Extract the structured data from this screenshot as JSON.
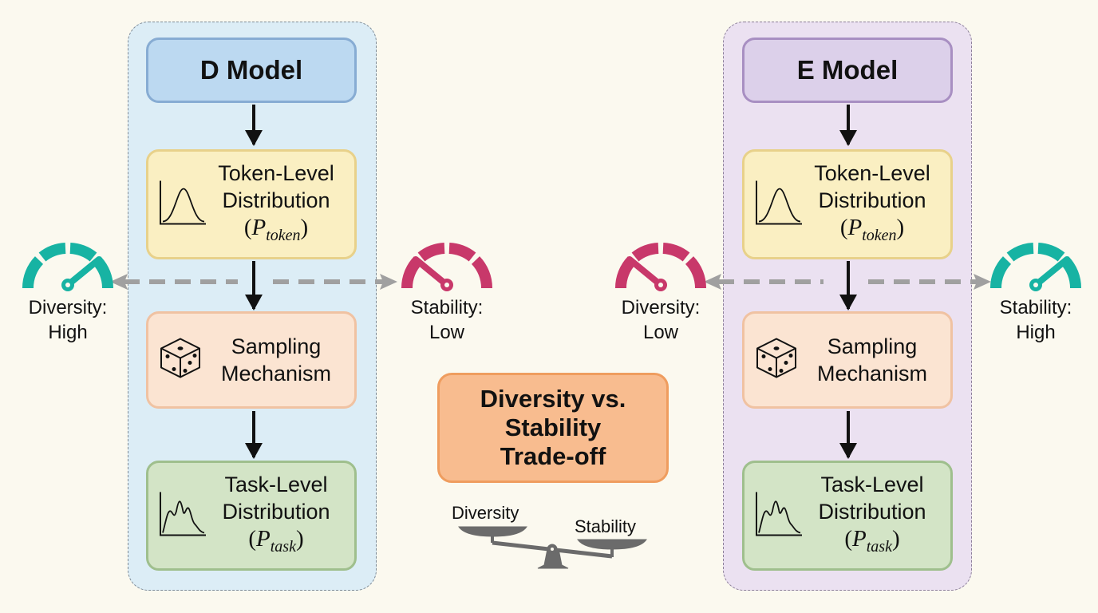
{
  "colors": {
    "background": "#fbf9ef",
    "high_gauge": "#17b3a3",
    "low_gauge": "#c8386a",
    "dashed_arrow": "#a0a0a0",
    "scale": "#6b6b6b"
  },
  "left_model": {
    "title": "D Model",
    "token": {
      "line1": "Token-Level",
      "line2": "Distribution",
      "math_base": "P",
      "math_sub": "token",
      "icon": "bell-curve-icon"
    },
    "sampling": {
      "line1": "Sampling",
      "line2": "Mechanism",
      "icon": "dice-icon"
    },
    "task": {
      "line1": "Task-Level",
      "line2": "Distribution",
      "math_base": "P",
      "math_sub": "task",
      "icon": "multimodal-curve-icon"
    },
    "left_gauge": {
      "metric": "Diversity:",
      "level": "High",
      "gauge_level": "high"
    },
    "right_gauge": {
      "metric": "Stability:",
      "level": "Low",
      "gauge_level": "low"
    }
  },
  "right_model": {
    "title": "E Model",
    "token": {
      "line1": "Token-Level",
      "line2": "Distribution",
      "math_base": "P",
      "math_sub": "token",
      "icon": "bell-curve-icon"
    },
    "sampling": {
      "line1": "Sampling",
      "line2": "Mechanism",
      "icon": "dice-icon"
    },
    "task": {
      "line1": "Task-Level",
      "line2": "Distribution",
      "math_base": "P",
      "math_sub": "task",
      "icon": "multimodal-curve-icon"
    },
    "left_gauge": {
      "metric": "Diversity:",
      "level": "Low",
      "gauge_level": "low"
    },
    "right_gauge": {
      "metric": "Stability:",
      "level": "High",
      "gauge_level": "high"
    }
  },
  "center": {
    "tradeoff_lines": [
      "Diversity vs.",
      "Stability",
      "Trade-off"
    ],
    "scale_left_label": "Diversity",
    "scale_right_label": "Stability"
  }
}
